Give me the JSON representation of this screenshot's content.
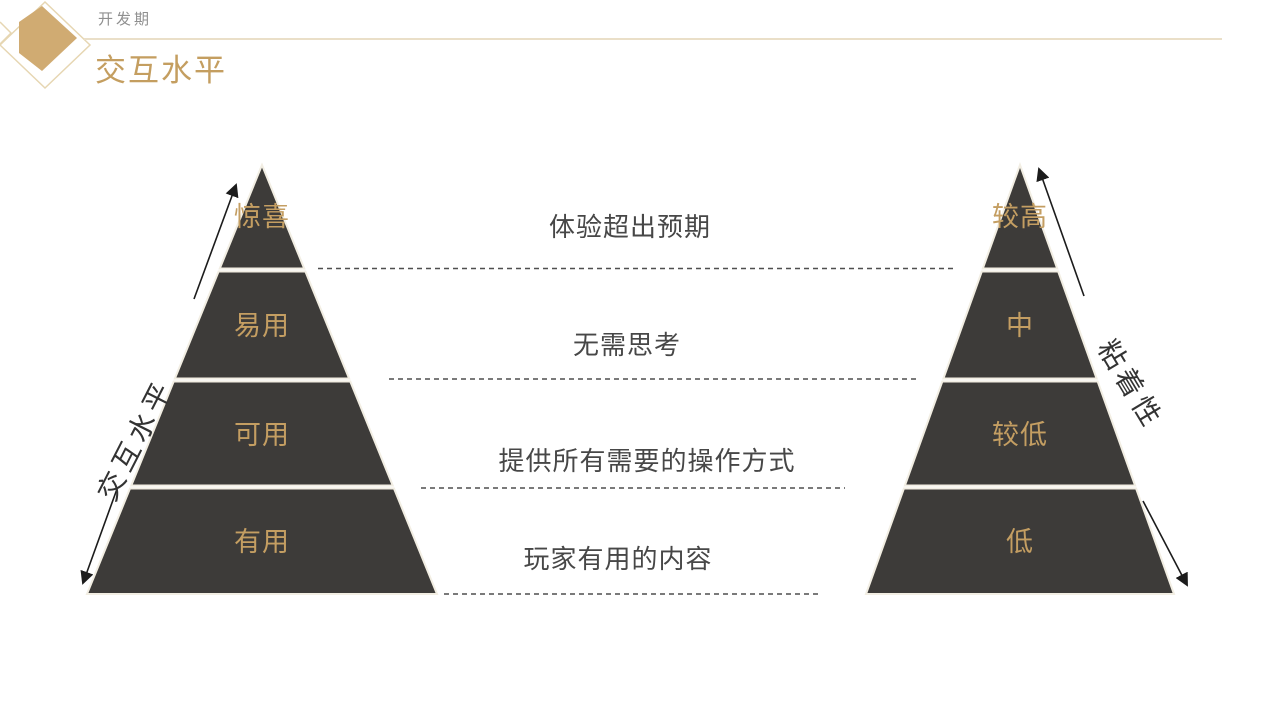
{
  "slide": {
    "eyebrow": "开发期",
    "title": "交互水平"
  },
  "axes": {
    "left": "交互水平",
    "right": "粘着性"
  },
  "pyramid_levels": [
    {
      "interaction": "惊喜",
      "description": "体验超出预期",
      "stickiness": "较高"
    },
    {
      "interaction": "易用",
      "description": "无需思考",
      "stickiness": "中"
    },
    {
      "interaction": "可用",
      "description": "提供所有需要的操作方式",
      "stickiness": "较低"
    },
    {
      "interaction": "有用",
      "description": "玩家有用的内容",
      "stickiness": "低"
    }
  ],
  "colors": {
    "pyramid_fill": "#3d3b39",
    "gold_accent": "#c49e62",
    "divider_cream": "#f2eee3",
    "annotation_text": "#474747",
    "header_rule": "#eadfc8"
  }
}
